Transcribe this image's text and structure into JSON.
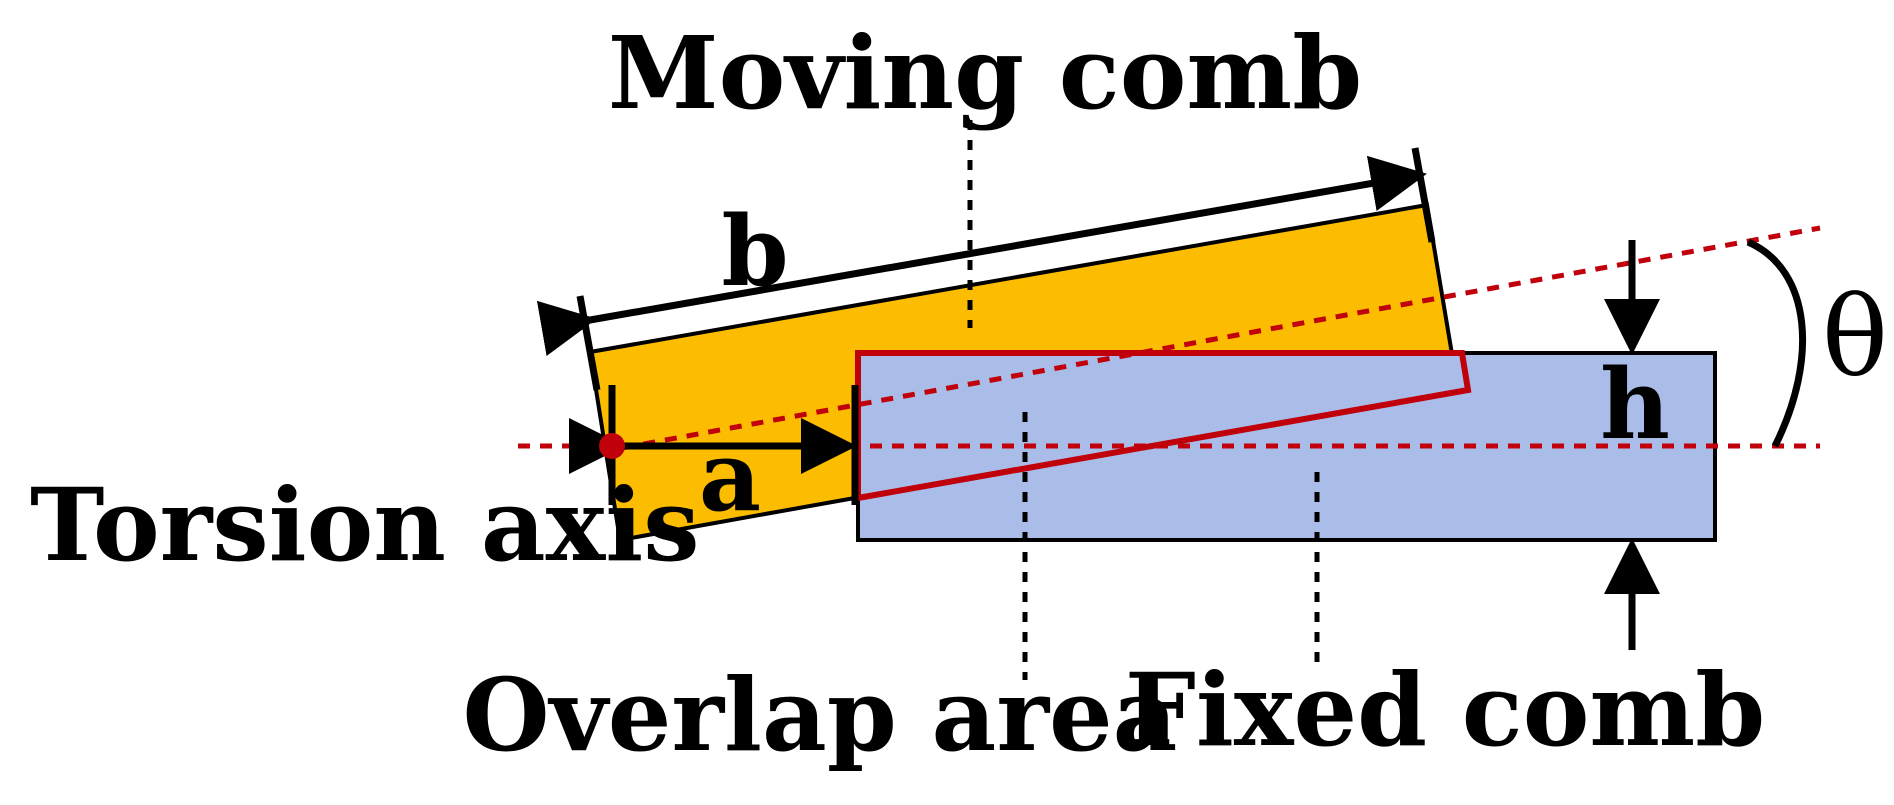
{
  "diagram": {
    "labels": {
      "moving_comb": "Moving comb",
      "fixed_comb": "Fixed comb",
      "overlap_area": "Overlap area",
      "torsion_axis": "Torsion axis",
      "dim_a": "a",
      "dim_b": "b",
      "dim_h": "h",
      "angle_theta": "θ"
    },
    "colors": {
      "moving_comb_fill": "#FCBD00",
      "fixed_comb_fill": "#A9BDE8",
      "overlap_outline": "#C0000A",
      "reference_lines": "#C0000A",
      "axis_point": "#C0000A",
      "ink": "#000000"
    }
  }
}
